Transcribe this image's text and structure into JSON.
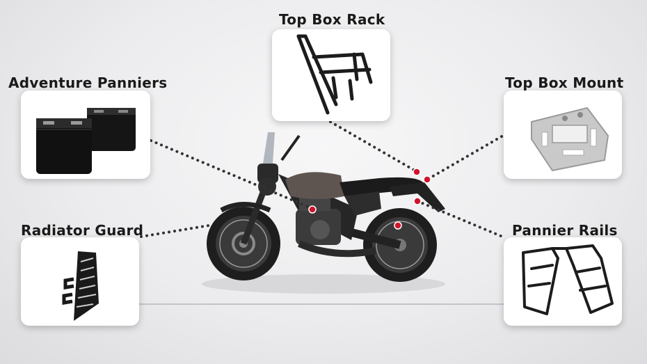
{
  "accessories": {
    "top_box_rack": "Top Box Rack",
    "adventure_panniers": "Adventure Panniers",
    "top_box_mount": "Top Box Mount",
    "radiator_guard": "Radiator Guard",
    "pannier_rails": "Pannier Rails"
  },
  "colors": {
    "connector": "#333333",
    "marker": "#d0142c",
    "label": "#1a1a1a"
  }
}
